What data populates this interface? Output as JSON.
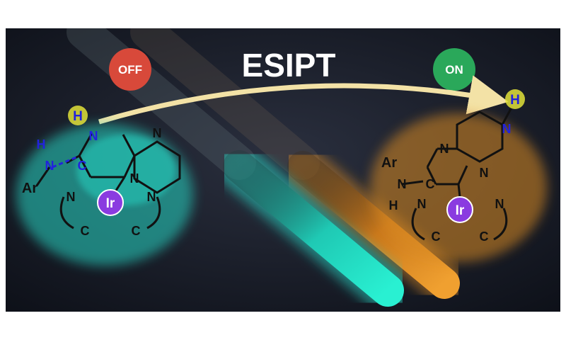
{
  "figure": {
    "title": "ESIPT",
    "badge_off": "OFF",
    "badge_on": "ON",
    "colors": {
      "background": "#1a1e29",
      "off_badge": "#d8493a",
      "on_badge": "#2aa85a",
      "cyan_glow": "#25d6c4",
      "orange_glow": "#d98a22",
      "arrow": "#f3e2a6",
      "highlight_h": "#e2e23a",
      "iridium": "#8a3be0",
      "blue_label": "#2222dd"
    },
    "left_molecule": {
      "h_proton": "H",
      "n_top": "N",
      "n_ring_top": "N",
      "n_ring_bottom": "N",
      "h_amine": "H",
      "n_amine": "N",
      "carbon": "C",
      "ar": "Ar",
      "metal": "Ir",
      "n_ligand_left": "N",
      "n_ligand_right": "N",
      "c_ligand_left": "C",
      "c_ligand_right": "C"
    },
    "right_molecule": {
      "h_proton": "H",
      "n_top": "N",
      "n_ring_left": "N",
      "n_ring_bottom": "N",
      "ar": "Ar",
      "n_amine": "N",
      "carbon": "C",
      "h_amine": "H",
      "metal": "Ir",
      "n_ligand_left": "N",
      "n_ligand_right": "N",
      "c_ligand_left": "C",
      "c_ligand_right": "C"
    }
  }
}
